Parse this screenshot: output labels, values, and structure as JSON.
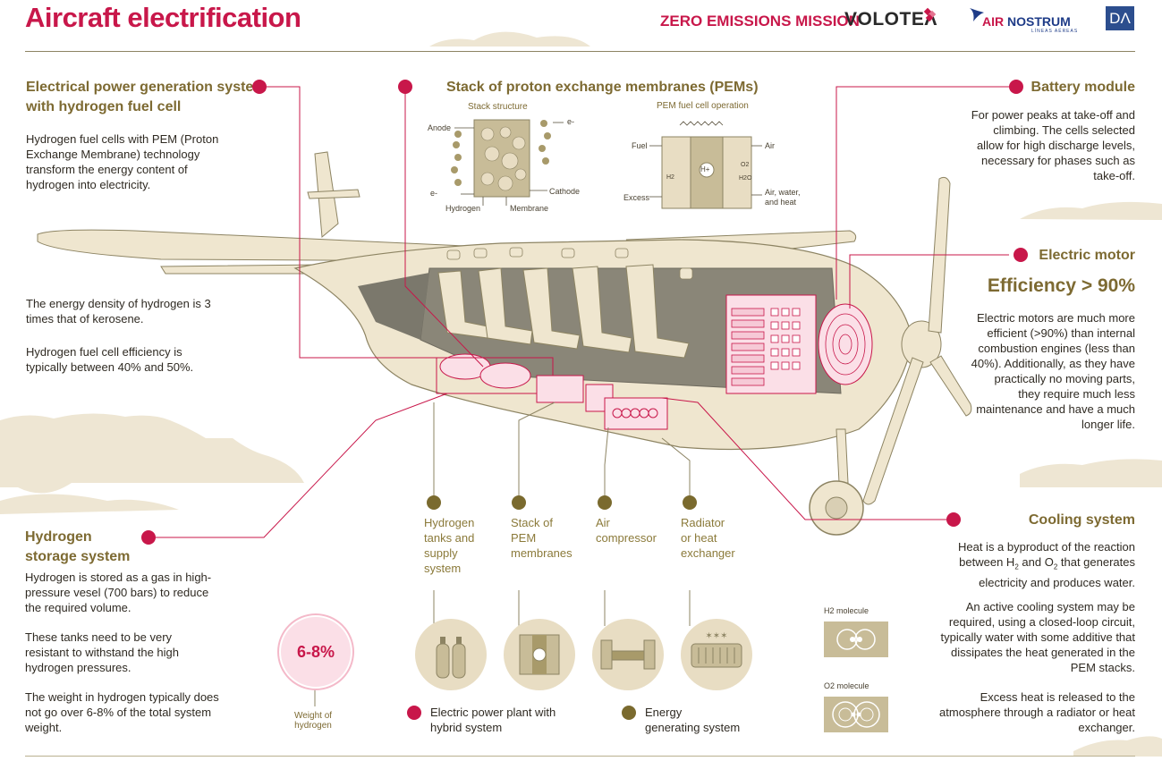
{
  "header": {
    "title": "Aircraft electrification",
    "mission": "ZERO EMISSIONS MISSION",
    "volotea": "VOLOTEΛ",
    "air_nostrum_a": "AIR ",
    "air_nostrum_b": "NOSTRUM",
    "air_nostrum_sub": "LÍNEAS AÉREAS",
    "da": "DΛ"
  },
  "power_gen": {
    "title_1": "Electrical power generation system",
    "title_2": "with hydrogen fuel cell",
    "text": "Hydrogen fuel cells with PEM (Proton Exchange Membrane) technology transform the energy content of hydrogen into electricity.",
    "fact_1": "The energy density of hydrogen is 3 times that of kerosene.",
    "fact_2": "Hydrogen fuel cell efficiency is typically between 40% and 50%."
  },
  "pem": {
    "title": "Stack of proton exchange membranes (PEMs)",
    "stack_label": "Stack structure",
    "op_label": "PEM fuel cell operation",
    "anode": "Anode",
    "cathode": "Cathode",
    "hydrogen": "Hydrogen",
    "membrane": "Membrane",
    "e1": "e-",
    "e2": "e-",
    "fuel": "Fuel",
    "air": "Air",
    "excess": "Excess",
    "air_water": "Air, water,",
    "and_heat": "and heat",
    "h2": "H2",
    "o2": "O2",
    "h2o": "H2O",
    "hplus": "H+"
  },
  "battery": {
    "title": "Battery module",
    "text": "For power peaks at take-off and climbing. The cells selected allow for high discharge levels, necessary for phases such as take-off."
  },
  "motor": {
    "title": "Electric motor",
    "efficiency": "Efficiency > 90%",
    "text": "Electric motors are much more efficient (>90%) than internal combustion engines (less than 40%). Additionally, as they have practically no moving parts, they require much less maintenance and have a much longer life."
  },
  "cooling": {
    "title": "Cooling system",
    "text_1a": "Heat is a byproduct of the reaction",
    "text_1b": "between H",
    "text_1c": " and O",
    "text_1d": " that generates",
    "text_1e": "electricity and produces water.",
    "text_2": "An active cooling system may be required, using a closed-loop circuit, typically water with some additive that dissipates the heat generated in the PEM stacks.",
    "text_3": "Excess heat is released to the atmosphere through a radiator or heat exchanger.",
    "h2_molecule": "H2 molecule",
    "o2_molecule": "O2 molecule"
  },
  "storage": {
    "title_1": "Hydrogen",
    "title_2": "storage system",
    "text_1": "Hydrogen is stored as a gas in high-pressure vesel (700 bars) to reduce the required volume.",
    "text_2": "These tanks need to be very resistant to withstand the high hydrogen pressures.",
    "text_3": "The weight in hydrogen typically does not go over 6-8% of the total system weight.",
    "weight_badge": "6-8%",
    "weight_caption_1": "Weight of",
    "weight_caption_2": "hydrogen"
  },
  "components": [
    {
      "l1": "Hydrogen",
      "l2": "tanks and",
      "l3": "supply",
      "l4": "system"
    },
    {
      "l1": "Stack of",
      "l2": "PEM",
      "l3": "membranes",
      "l4": ""
    },
    {
      "l1": "Air",
      "l2": "compressor",
      "l3": "",
      "l4": ""
    },
    {
      "l1": "Radiator",
      "l2": "or heat",
      "l3": "exchanger",
      "l4": ""
    }
  ],
  "legend": {
    "red_1": "Electric power plant with",
    "red_2": "hybrid system",
    "olive_1": "Energy",
    "olive_2": "generating system"
  },
  "colors": {
    "accent_red": "#c8174a",
    "olive": "#7d6a32",
    "beige": "#e8ddc3"
  }
}
